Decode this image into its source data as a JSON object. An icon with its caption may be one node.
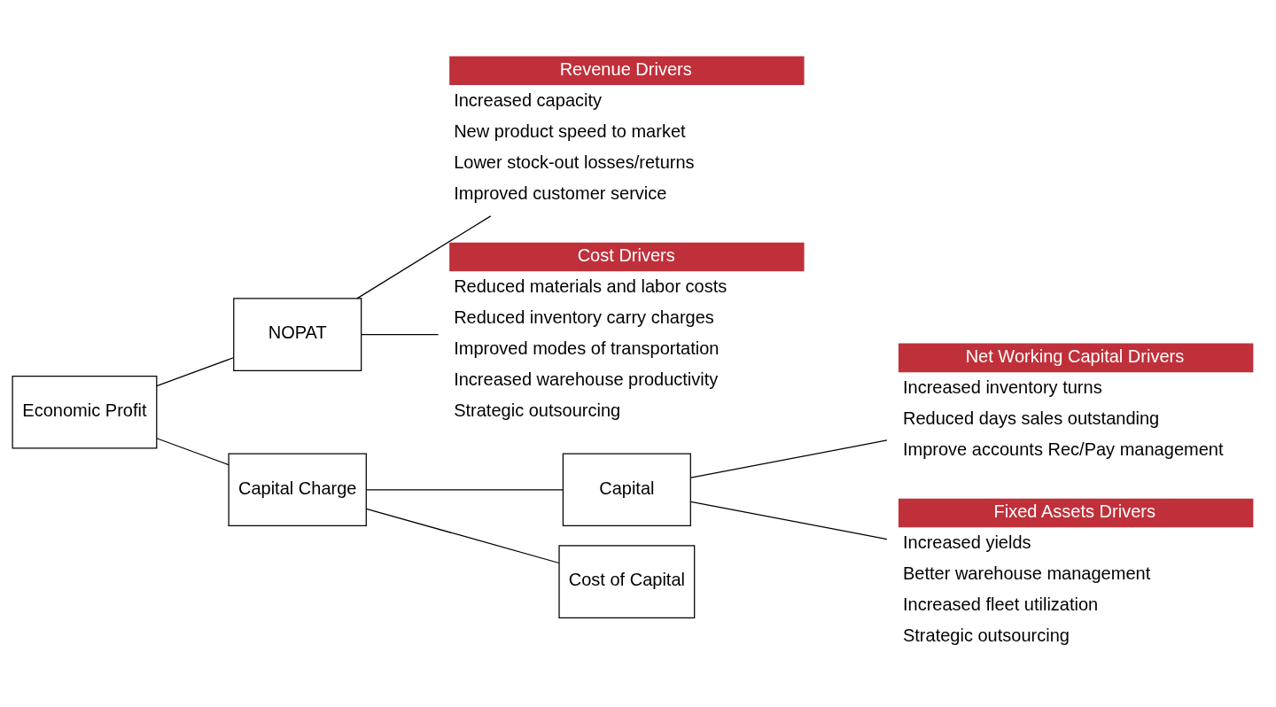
{
  "diagram": {
    "nodes": [
      {
        "text": [
          "Economic Profit"
        ]
      },
      {
        "text": [
          "NOPAT"
        ]
      },
      {
        "text": [
          "Capital Charge"
        ]
      },
      {
        "text": [
          "Capital"
        ]
      },
      {
        "text": [
          "Cost of Capital"
        ]
      },
      {
        "text": [
          "Revenue Drivers"
        ],
        "beside": [
          "Increased capacity",
          "New product speed to market",
          "Lower stock-out losses/returns",
          "Improved customer service"
        ]
      },
      {
        "text": [
          "Cost Drivers"
        ],
        "beside": [
          "Reduced materials and labor costs",
          "Reduced inventory carry charges",
          "Improved modes of transportation",
          "Increased warehouse productivity",
          "Strategic outsourcing"
        ]
      },
      {
        "text": [
          "Net Working Capital Drivers"
        ],
        "beside": [
          "Increased inventory turns",
          "Reduced days sales outstanding",
          "Improve accounts Rec/Pay management"
        ]
      },
      {
        "text": [
          "Fixed Assets Drivers"
        ],
        "beside": [
          "Increased yields",
          "Better warehouse management",
          "Increased fleet utilization",
          "Strategic outsourcing"
        ]
      }
    ],
    "edges": [
      {
        "from": 0,
        "to": 1,
        "arrow": "none"
      },
      {
        "from": 0,
        "to": 2,
        "arrow": "none"
      },
      {
        "from": 1,
        "to": 5,
        "arrow": "none"
      },
      {
        "from": 1,
        "to": 6,
        "arrow": "none"
      },
      {
        "from": 2,
        "to": 3,
        "arrow": "none"
      },
      {
        "from": 2,
        "to": 4,
        "arrow": "none"
      },
      {
        "from": 3,
        "to": 7,
        "arrow": "none"
      },
      {
        "from": 3,
        "to": 8,
        "arrow": "none"
      }
    ]
  }
}
